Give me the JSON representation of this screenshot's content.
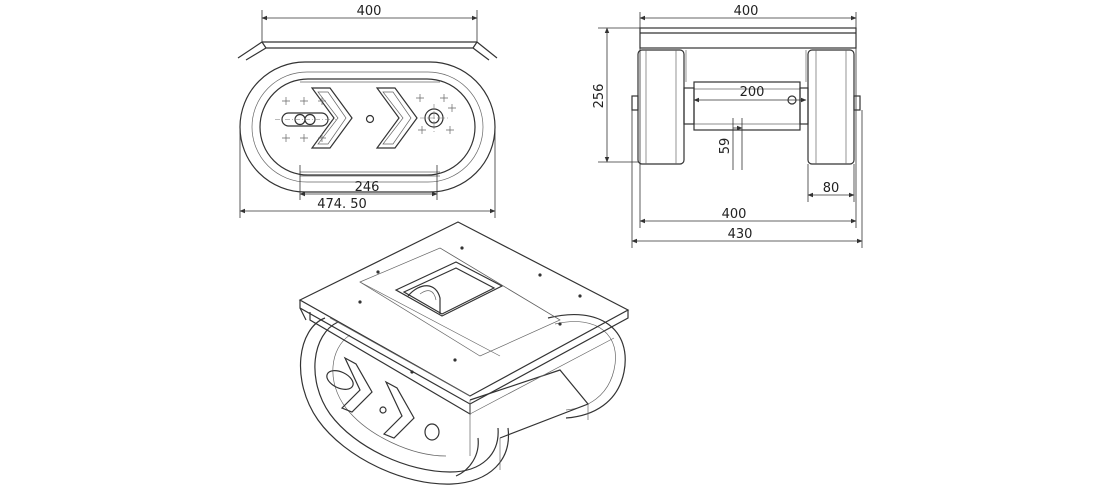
{
  "dimensions": {
    "top_view": {
      "overall_width": "400",
      "inner_width": "246",
      "outer_length": "474. 50"
    },
    "side_view": {
      "top_width": "400",
      "height": "256",
      "drum_width": "200",
      "axle_offset": "59",
      "track_width": "80",
      "base_width": "400",
      "overall_width": "430"
    }
  },
  "colors": {
    "line": "#333333",
    "thin_line": "#666666",
    "background": "#ffffff"
  }
}
